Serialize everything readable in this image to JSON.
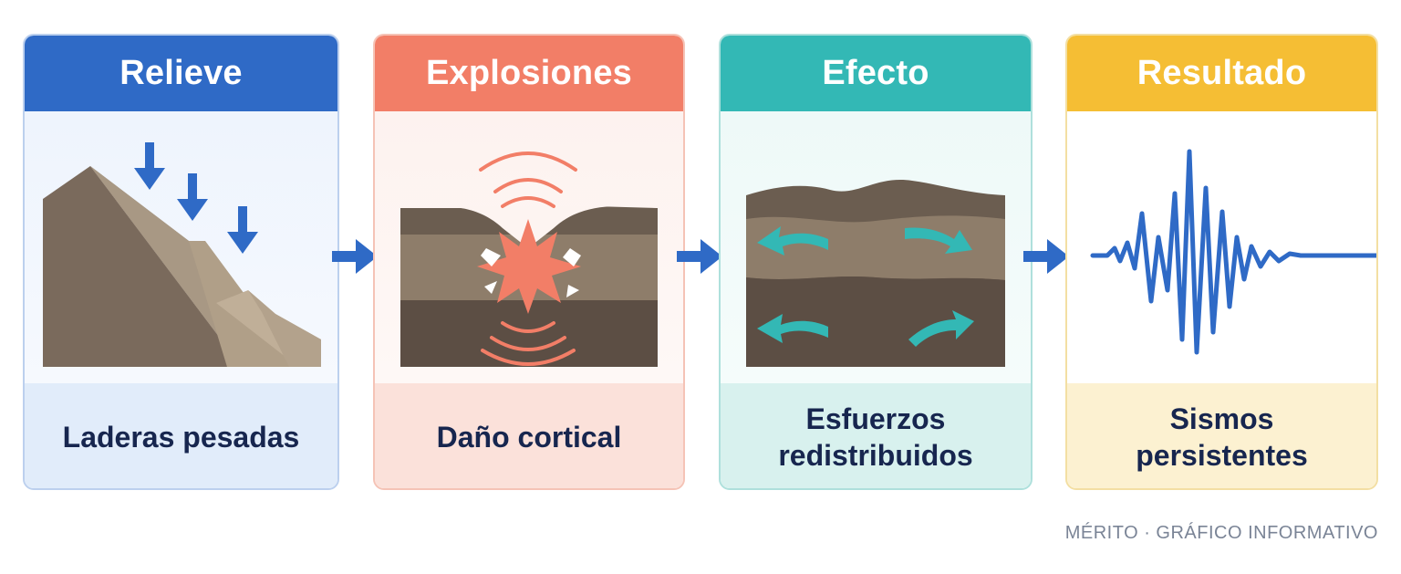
{
  "colors": {
    "blue": "#2f6ac6",
    "coral": "#f27e67",
    "teal": "#33b8b5",
    "yellow": "#f5be34",
    "arrow": "#2f6ac6",
    "text": "#17264f"
  },
  "steps": [
    {
      "title": "Relieve",
      "caption": "Laderas pesadas",
      "icon": "mountain-slope-with-down-arrows"
    },
    {
      "title": "Explosiones",
      "caption": "Daño cortical",
      "icon": "explosion-in-rock-layers"
    },
    {
      "title": "Efecto",
      "caption": "Esfuerzos\nredistribuidos",
      "icon": "layers-with-redistribution-arrows"
    },
    {
      "title": "Resultado",
      "caption": "Sismos\npersistentes",
      "icon": "seismic-waveform"
    }
  ],
  "credit": "MÉRITO · GRÁFICO INFORMATIVO"
}
